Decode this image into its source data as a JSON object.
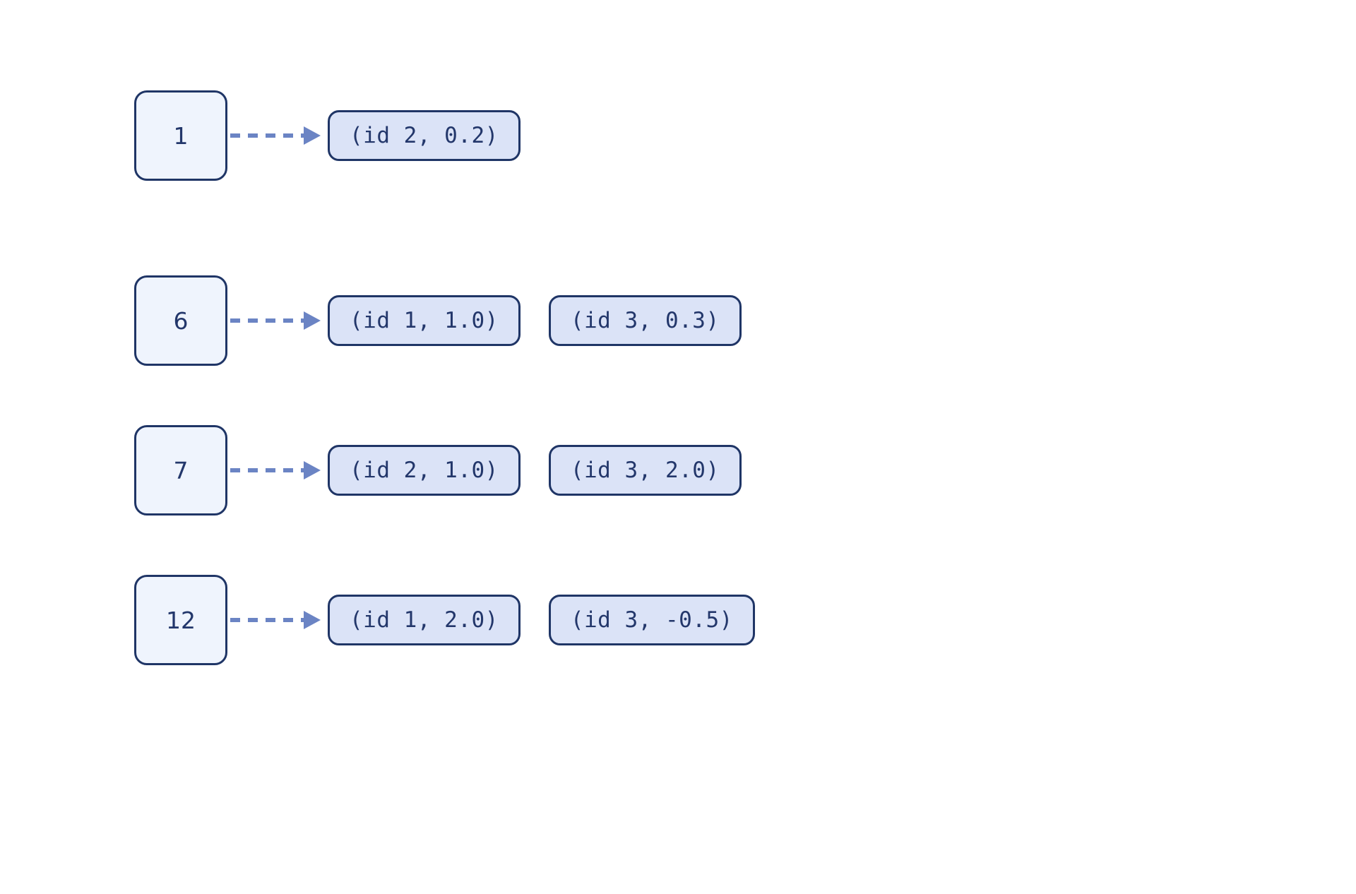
{
  "diagram": {
    "type": "adjacency-list",
    "background_color": "#ffffff",
    "node_fill": "#eff4fd",
    "node_border": "#1f3566",
    "pill_fill": "#dbe3f7",
    "pill_border": "#1f3566",
    "text_color": "#23376b",
    "arrow_color": "#6b84c4",
    "arrow_style": "dashed",
    "rows": [
      {
        "node": "1",
        "arrow_icon": "dashed-arrow-right-icon",
        "entries": [
          "(id 2, 0.2)"
        ]
      },
      {
        "node": "6",
        "arrow_icon": "dashed-arrow-right-icon",
        "entries": [
          "(id 1, 1.0)",
          "(id 3, 0.3)"
        ]
      },
      {
        "node": "7",
        "arrow_icon": "dashed-arrow-right-icon",
        "entries": [
          "(id 2, 1.0)",
          "(id 3, 2.0)"
        ]
      },
      {
        "node": "12",
        "arrow_icon": "dashed-arrow-right-icon",
        "entries": [
          "(id 1, 2.0)",
          "(id 3, -0.5)"
        ]
      }
    ]
  }
}
